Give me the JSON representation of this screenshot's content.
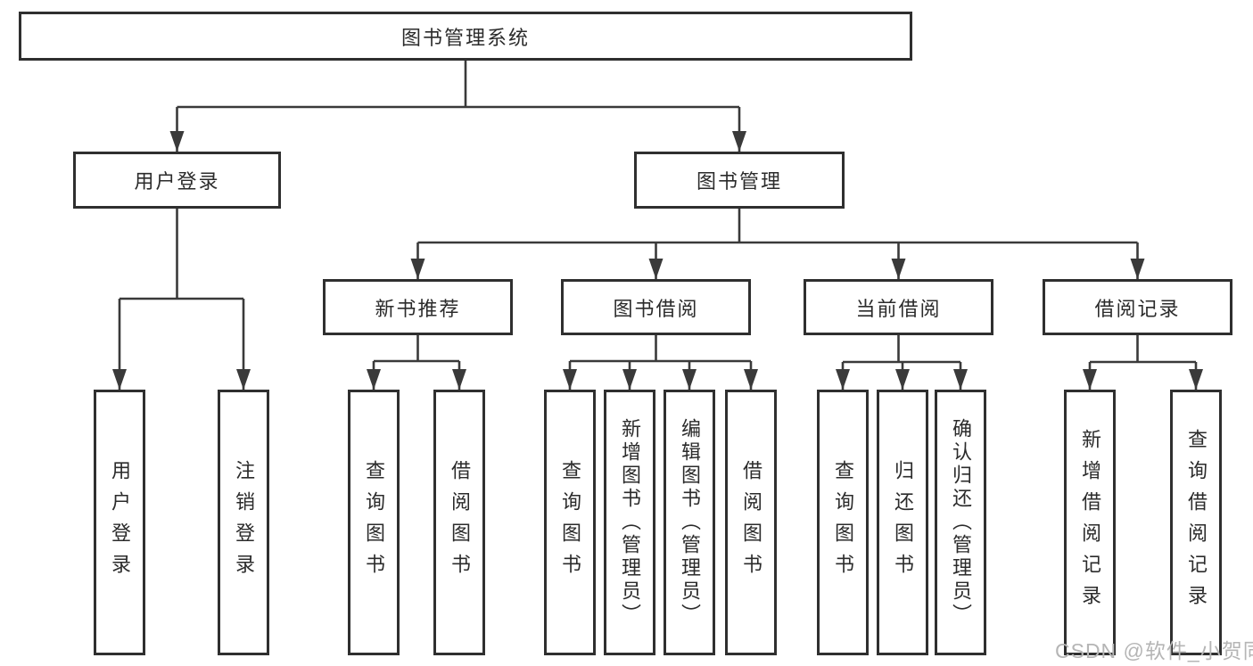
{
  "tree": {
    "root": {
      "label": "图书管理系统"
    },
    "branches": [
      {
        "label": "用户登录"
      },
      {
        "label": "图书管理"
      }
    ],
    "sections": [
      {
        "label": "新书推荐"
      },
      {
        "label": "图书借阅"
      },
      {
        "label": "当前借阅"
      },
      {
        "label": "借阅记录"
      }
    ],
    "leaves": [
      {
        "label": "用户登录"
      },
      {
        "label": "注销登录"
      },
      {
        "label": "查询图书"
      },
      {
        "label": "借阅图书"
      },
      {
        "label": "查询图书"
      },
      {
        "label": "新增图书（管理员）"
      },
      {
        "label": "编辑图书（管理员）"
      },
      {
        "label": "借阅图书"
      },
      {
        "label": "查询图书"
      },
      {
        "label": "归还图书"
      },
      {
        "label": "确认归还（管理员）"
      },
      {
        "label": "新增借阅记录"
      },
      {
        "label": "查询借阅记录"
      }
    ]
  },
  "watermark": {
    "text": "CSDN @软件_小贺同学"
  },
  "colors": {
    "line": "#3a3a3a",
    "box_border": "#2f2f2f",
    "text": "#2b2b2b",
    "background": "#ffffff",
    "watermark": "#b5b5b5"
  }
}
